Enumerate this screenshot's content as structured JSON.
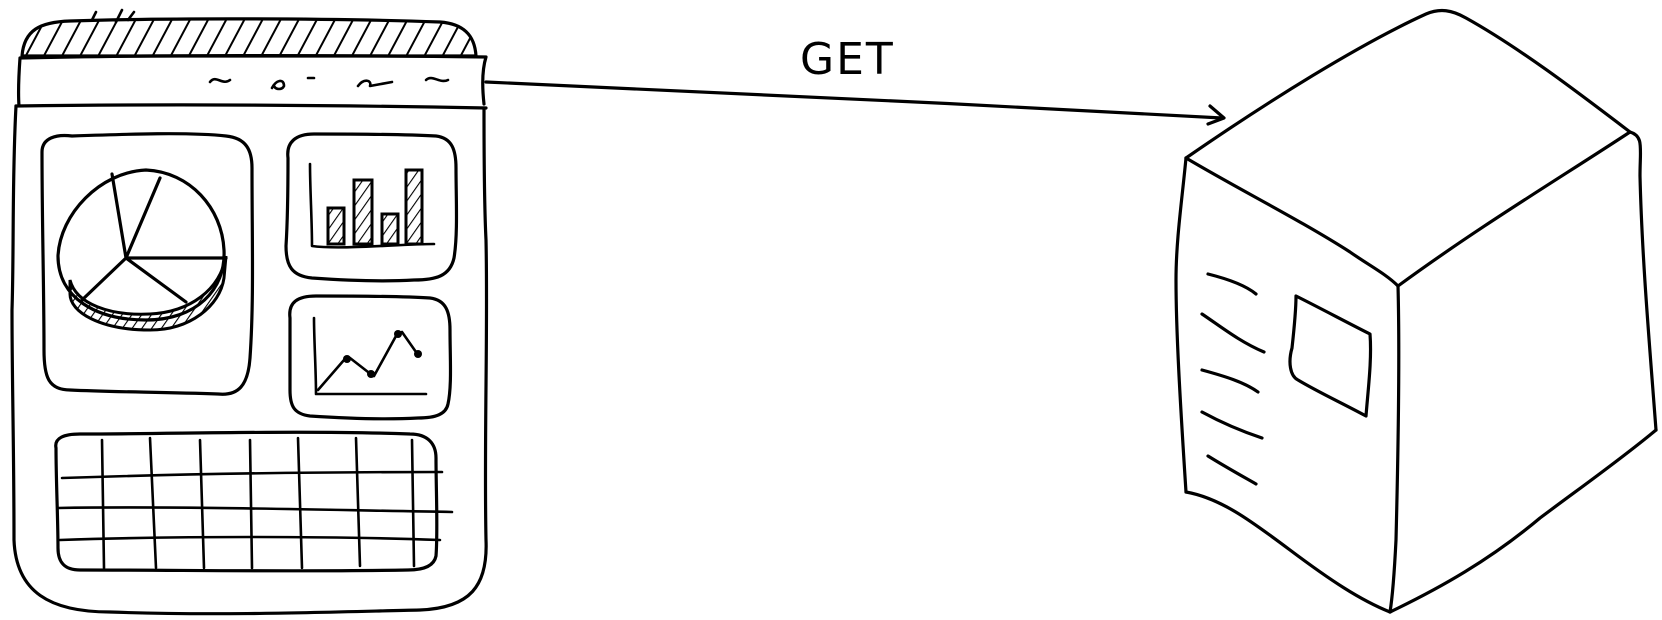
{
  "edge": {
    "label": "GET"
  },
  "nodes": {
    "client": "browser-dashboard",
    "server": "server-box"
  },
  "icons": {
    "pie": "pie-chart-icon",
    "bar": "bar-chart-icon",
    "line": "line-chart-icon",
    "table": "table-grid-icon"
  }
}
